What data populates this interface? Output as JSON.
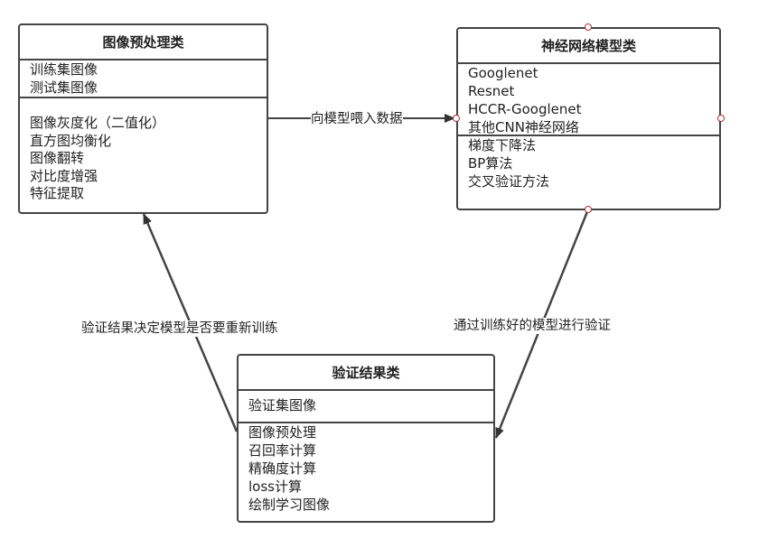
{
  "classes": {
    "preprocess": {
      "title": "图像预处理类",
      "attributes": [
        "训练集图像",
        "测试集图像"
      ],
      "methods": [
        "图像灰度化（二值化）",
        "直方图均衡化",
        "图像翻转",
        "对比度增强",
        "特征提取"
      ]
    },
    "network": {
      "title": "神经网络模型类",
      "attributes": [
        "Googlenet",
        "Resnet",
        "HCCR-Googlenet",
        "其他CNN神经网络"
      ],
      "methods": [
        "梯度下降法",
        "BP算法",
        "交叉验证方法"
      ]
    },
    "validation": {
      "title": "验证结果类",
      "attributes": [
        "验证集图像"
      ],
      "methods": [
        "图像预处理",
        "召回率计算",
        "精确度计算",
        "loss计算",
        "绘制学习图像"
      ]
    }
  },
  "connections": {
    "feed_data": "向模型喂入数据",
    "validate_model": "通过训练好的模型进行验证",
    "retrain_decision": "验证结果决定模型是否要重新训练"
  },
  "colors": {
    "line": "#444444",
    "port": "#aa3333"
  }
}
